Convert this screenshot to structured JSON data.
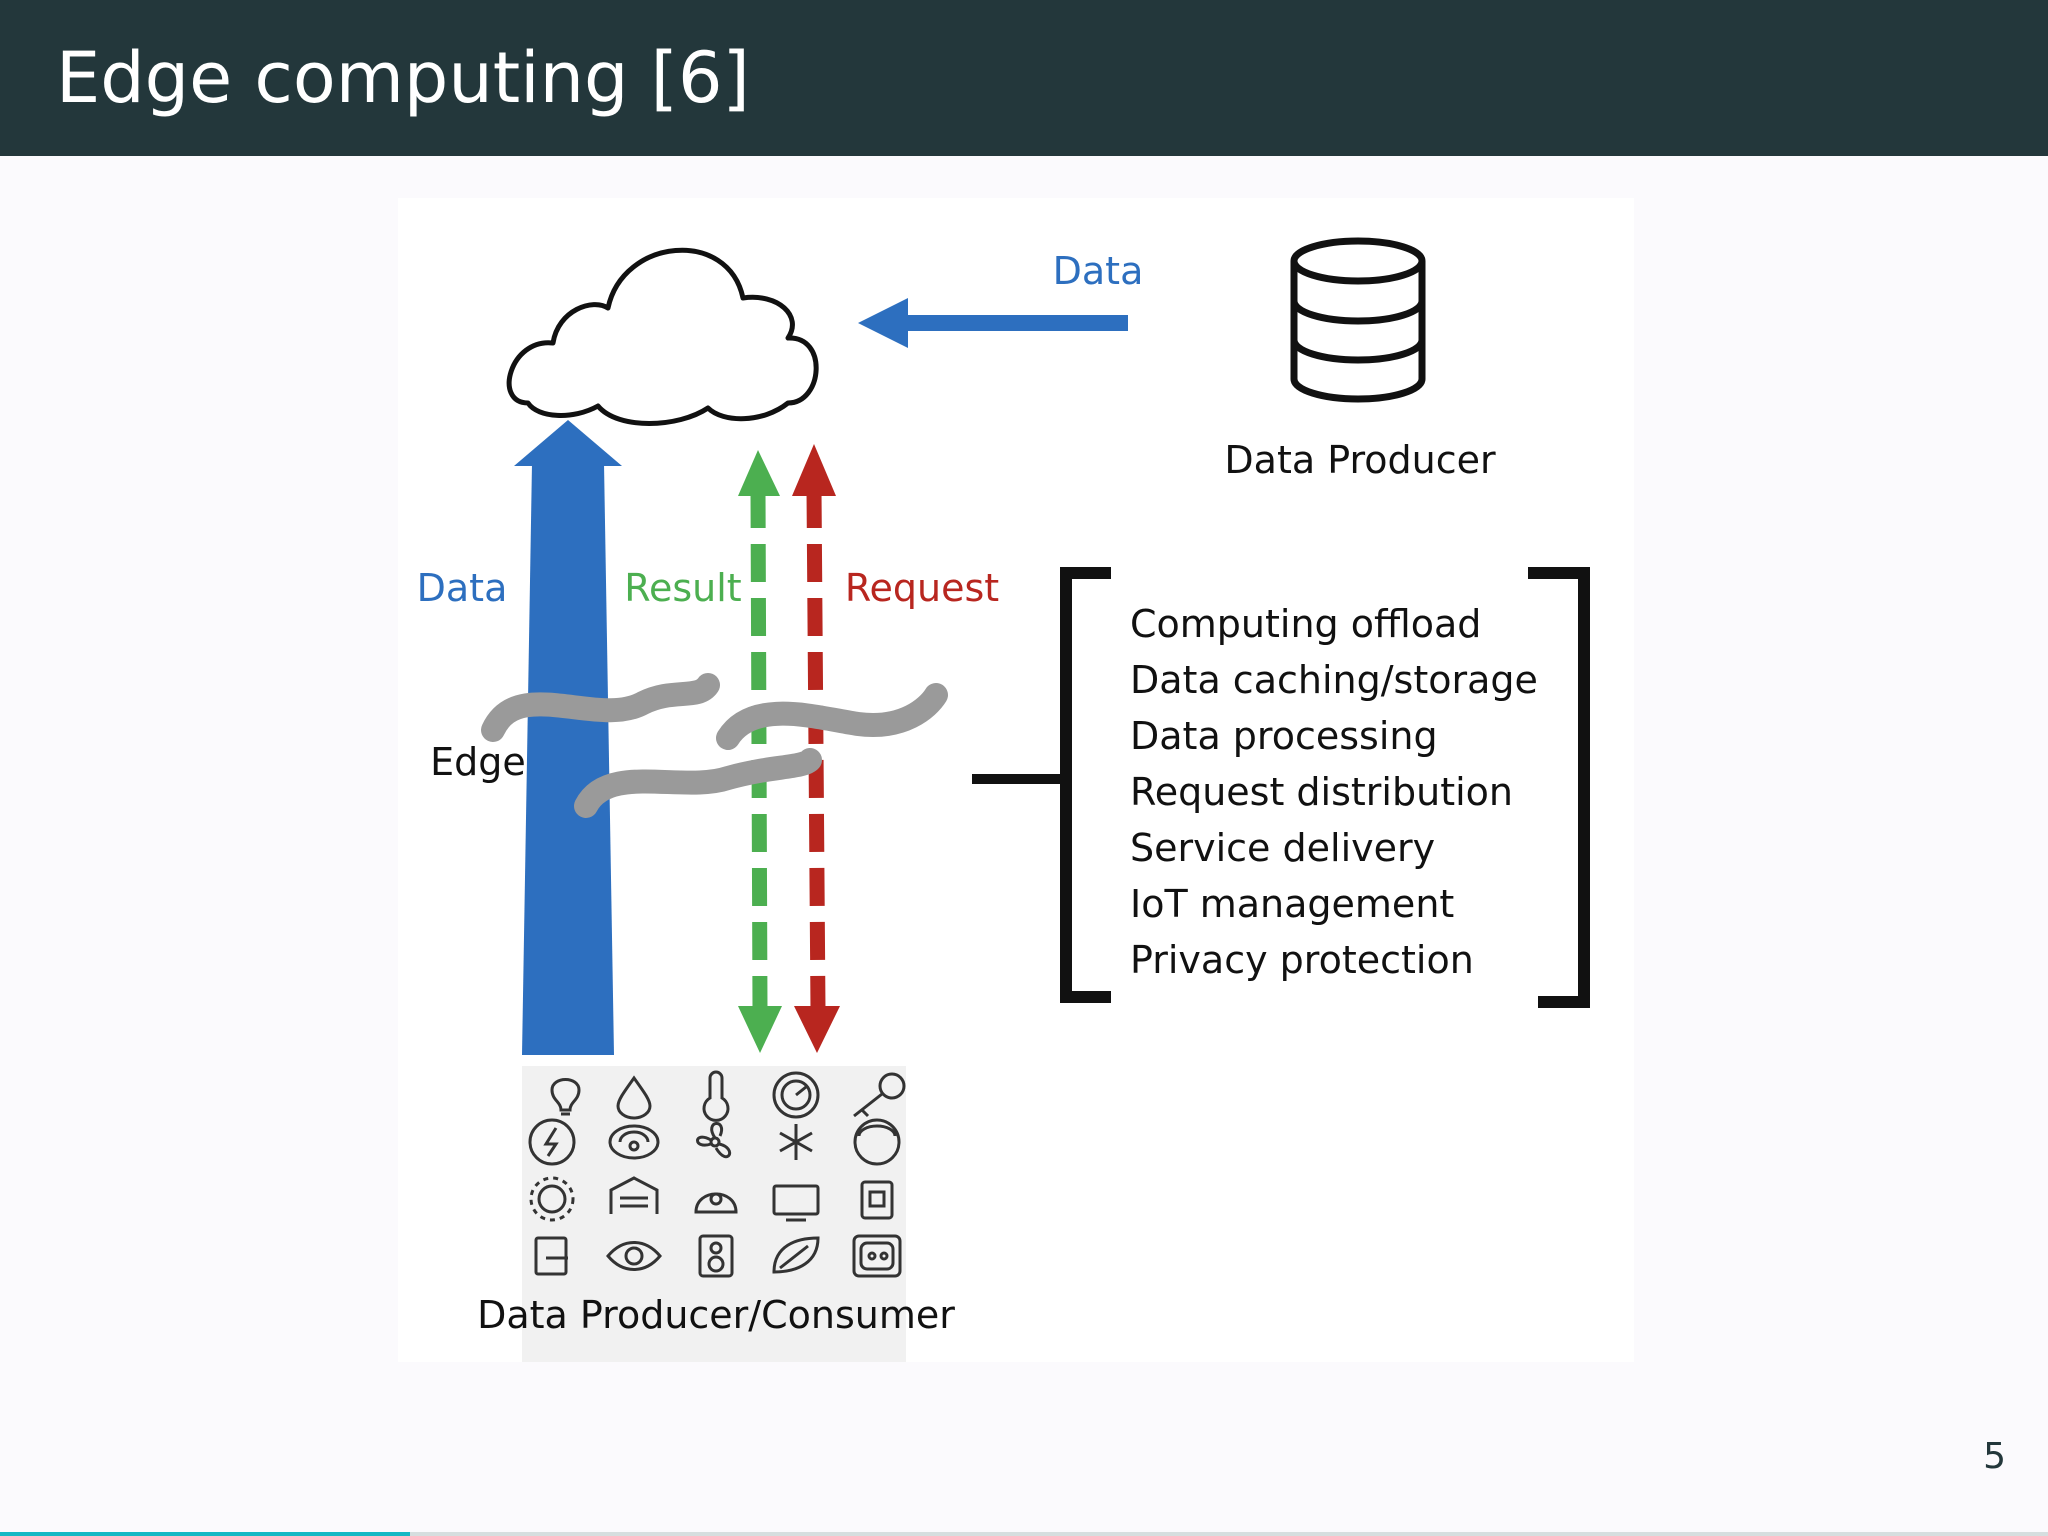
{
  "slide": {
    "title": "Edge computing [6]",
    "page_number": "5",
    "progress": 0.2
  },
  "colors": {
    "header_bg": "#23373b",
    "data_blue": "#2d6fbf",
    "result_green": "#4caf50",
    "request_red": "#b8261f",
    "edge_gray": "#9a9a9a"
  },
  "diagram": {
    "top_arrow_label": "Data",
    "data_producer_label": "Data Producer",
    "up_arrow_label": "Data",
    "result_label": "Result",
    "request_label": "Request",
    "edge_label": "Edge",
    "bottom_label": "Data Producer/Consumer",
    "edge_functions": [
      "Computing offload",
      "Data caching/storage",
      "Data processing",
      "Request distribution",
      "Service delivery",
      "IoT management",
      "Privacy protection"
    ],
    "device_icons": [
      "bulb-icon",
      "drop-icon",
      "thermometer-icon",
      "gauge-icon",
      "key-icon",
      "bolt-icon",
      "wifi-router-icon",
      "fan-icon",
      "snowflake-icon",
      "robot-vacuum-icon",
      "sun-icon",
      "garage-icon",
      "stove-icon",
      "tv-icon",
      "tablet-icon",
      "door-lock-icon",
      "eye-icon",
      "speaker-icon",
      "leaf-icon",
      "outlet-icon"
    ]
  }
}
